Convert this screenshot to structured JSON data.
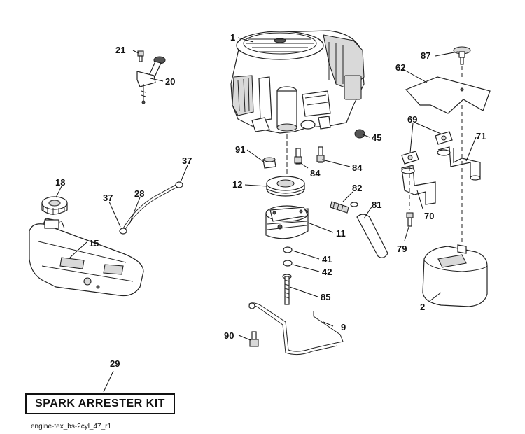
{
  "callouts": {
    "c1": "1",
    "c2": "2",
    "c9": "9",
    "c11": "11",
    "c12": "12",
    "c15": "15",
    "c18": "18",
    "c20": "20",
    "c21": "21",
    "c28": "28",
    "c29": "29",
    "c37a": "37",
    "c37b": "37",
    "c41": "41",
    "c42": "42",
    "c45": "45",
    "c62": "62",
    "c69": "69",
    "c70": "70",
    "c71": "71",
    "c79": "79",
    "c81": "81",
    "c82": "82",
    "c84a": "84",
    "c84b": "84",
    "c85": "85",
    "c87": "87",
    "c90": "90",
    "c91": "91"
  },
  "kit_label": "SPARK ARRESTER KIT",
  "caption": "engine-tex_bs-2cyl_47_r1"
}
